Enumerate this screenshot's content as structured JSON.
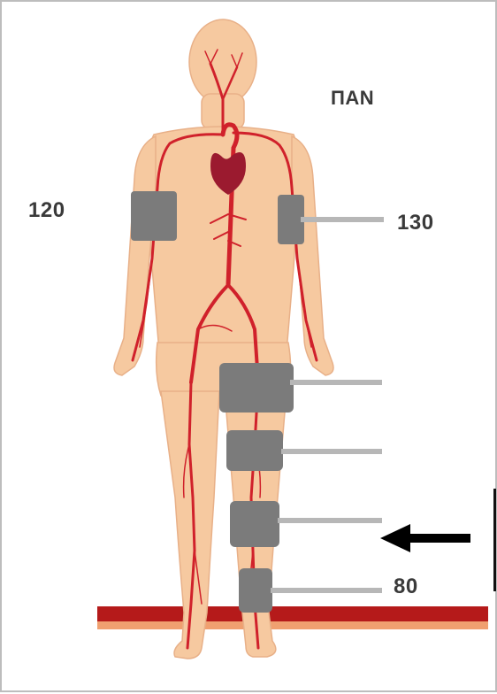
{
  "labels": {
    "region": "ΠΑΝ",
    "left_arm_pressure": "120",
    "right_arm_pressure": "130",
    "ankle_pressure": "80"
  },
  "colors": {
    "skin": "#f6c9a0",
    "skin_outline": "#e2a77a",
    "artery": "#d0212b",
    "heart": "#9b1a2f",
    "cuff": "#7b7b7b",
    "connector": "#b7b7b7",
    "floor_red": "#b51a1a",
    "floor_orange": "#f0a070",
    "arrow": "#000000"
  },
  "icons": {
    "arrow": "arrow-left-icon"
  }
}
